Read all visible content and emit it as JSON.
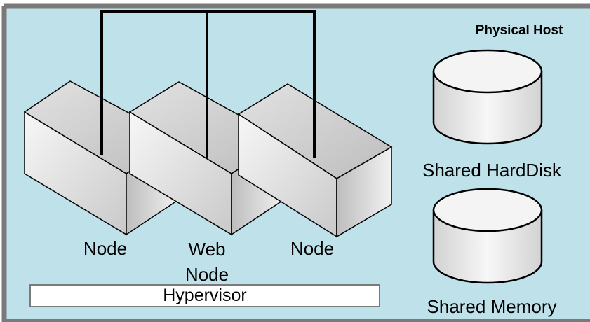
{
  "host": {
    "title": "Physical Host",
    "background_color": "#bfe1ea",
    "border_color": "#7a7a7a"
  },
  "nodes": [
    {
      "label": "Node"
    },
    {
      "label": "Web\nNode"
    },
    {
      "label": "Node"
    }
  ],
  "hypervisor": {
    "label": "Hypervisor"
  },
  "storage": [
    {
      "label": "Shared HardDisk",
      "icon": "disk-cylinder-icon"
    },
    {
      "label": "Shared Memory",
      "icon": "disk-cylinder-icon"
    }
  ],
  "colors": {
    "box_face_light": "#f2f2f2",
    "box_face_dark": "#d0d0d0",
    "cylinder_top": "#f4f4f4",
    "cylinder_body": "#dcdcdc",
    "stroke": "#000000"
  }
}
